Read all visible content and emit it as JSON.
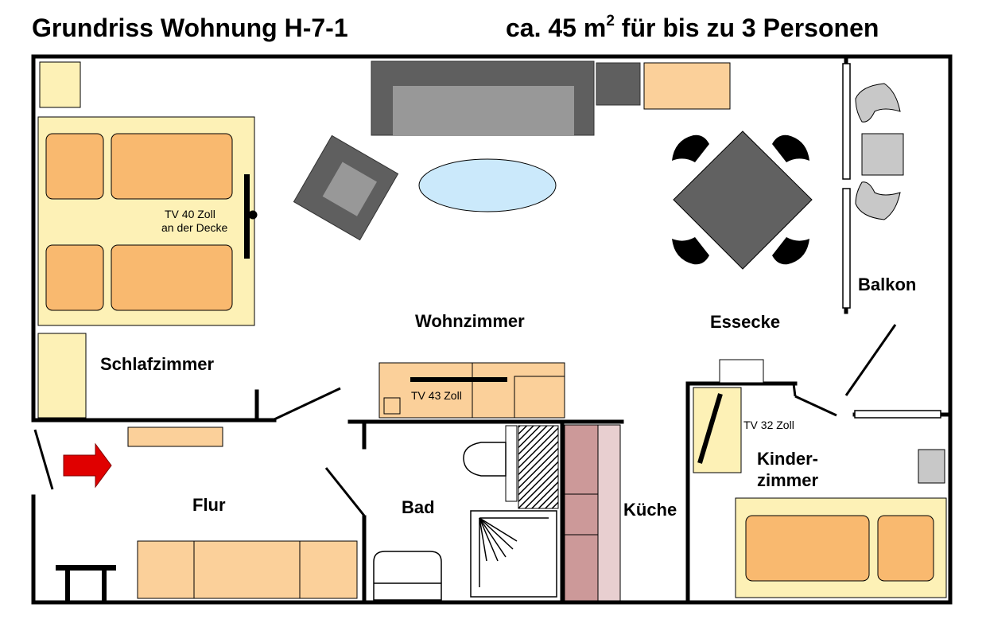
{
  "header": {
    "title_left": "Grundriss Wohnung H-7-1",
    "title_right_prefix": "ca. 45 m",
    "title_right_sup": "2",
    "title_right_suffix": " für bis zu 3 Personen"
  },
  "rooms": {
    "schlafzimmer": "Schlafzimmer",
    "wohnzimmer": "Wohnzimmer",
    "essecke": "Essecke",
    "balkon": "Balkon",
    "flur": "Flur",
    "bad": "Bad",
    "kueche": "Küche",
    "kinder_line1": "Kinder-",
    "kinder_line2": "zimmer"
  },
  "labels": {
    "tv40_line1": "TV 40 Zoll",
    "tv40_line2": "an der Decke",
    "tv43": "TV 43 Zoll",
    "tv32": "TV 32 Zoll"
  },
  "colors": {
    "furniture_orange": "#fbd09a",
    "furniture_yellow": "#fdf1b6",
    "pillow": "#f9b96f",
    "sofa_dark": "#5f5f5f",
    "sofa_light": "#989898",
    "rug": "#cbe9fb",
    "table": "#616161",
    "kitchen_dark": "#cc9999",
    "kitchen_light": "#e8cfd0",
    "entry_arrow": "#e00000"
  }
}
